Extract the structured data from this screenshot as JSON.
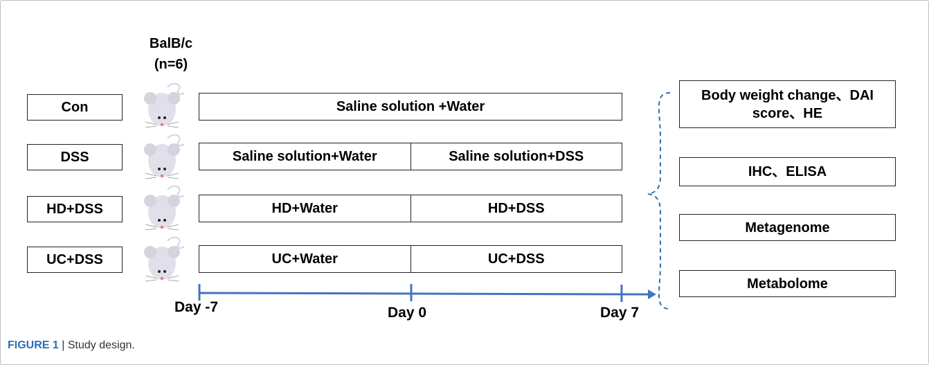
{
  "strain": {
    "line1": "BalB/c",
    "line2": "(n=6)"
  },
  "groups": [
    {
      "name": "Con",
      "segments": [
        "Saline solution +Water"
      ]
    },
    {
      "name": "DSS",
      "segments": [
        "Saline solution+Water",
        "Saline solution+DSS"
      ]
    },
    {
      "name": "HD+DSS",
      "segments": [
        "HD+Water",
        "HD+DSS"
      ]
    },
    {
      "name": "UC+DSS",
      "segments": [
        "UC+Water",
        "UC+DSS"
      ]
    }
  ],
  "timeline": {
    "start": "Day -7",
    "middle": "Day 0",
    "end": "Day 7"
  },
  "outcomes": [
    "Body weight change、DAI score、HE",
    "IHC、ELISA",
    "Metagenome",
    "Metabolome"
  ],
  "caption": {
    "label": "FIGURE 1",
    "separator": "|",
    "text": "Study design."
  },
  "colors": {
    "timeline": "#4472c4",
    "brace": "#2e6db4",
    "mouse_body": "#e1e0ea",
    "caption_label": "#2e6db4"
  },
  "icons": [
    "mouse-icon"
  ]
}
